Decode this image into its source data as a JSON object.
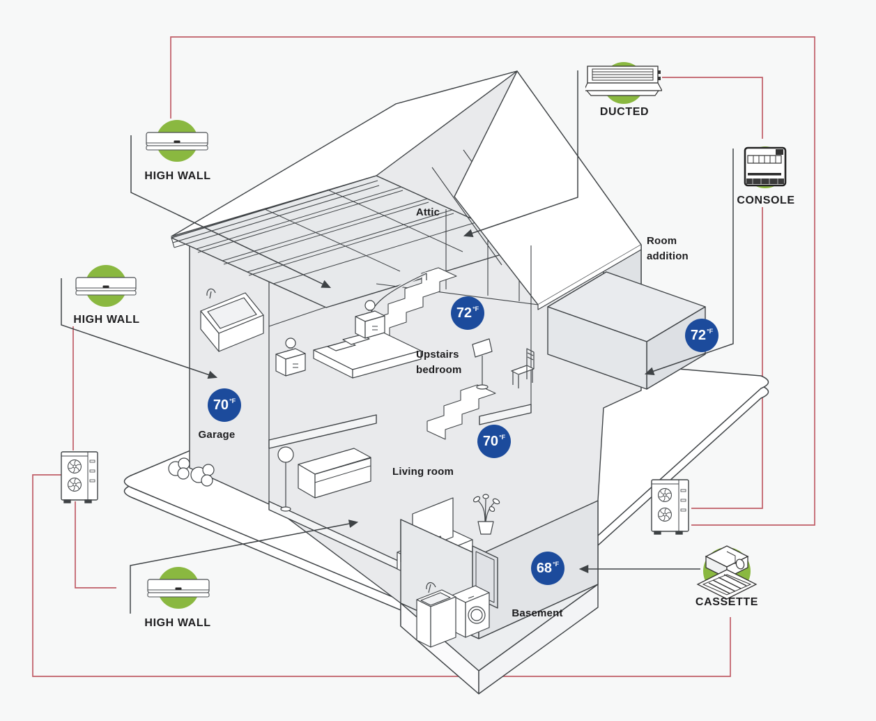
{
  "diagram": {
    "title_hidden": "",
    "colors": {
      "background": "#f7f8f8",
      "accent_green": "#8ab840",
      "badge_blue": "#1c4b9c",
      "refrigerant_red": "#c05c66",
      "ink": "#3e4245",
      "text": "#1d1d1f"
    }
  },
  "units": [
    {
      "id": "high-wall-top",
      "label": "HIGH WALL"
    },
    {
      "id": "high-wall-middle",
      "label": "HIGH WALL"
    },
    {
      "id": "high-wall-bottom",
      "label": "HIGH WALL"
    },
    {
      "id": "ducted",
      "label": "DUCTED"
    },
    {
      "id": "console",
      "label": "CONSOLE"
    },
    {
      "id": "cassette",
      "label": "CASSETTE"
    }
  ],
  "outdoor_units": [
    {
      "id": "outdoor-unit-left"
    },
    {
      "id": "outdoor-unit-right"
    }
  ],
  "rooms": [
    {
      "id": "attic",
      "label": "Attic"
    },
    {
      "id": "upstairs-bedroom",
      "label": "Upstairs bedroom"
    },
    {
      "id": "garage",
      "label": "Garage"
    },
    {
      "id": "living-room",
      "label": "Living room"
    },
    {
      "id": "basement",
      "label": "Basement"
    },
    {
      "id": "room-addition",
      "label": "Room addition"
    }
  ],
  "temperatures": [
    {
      "room": "upstairs-bedroom",
      "value": "72",
      "unit": "°F"
    },
    {
      "room": "room-addition",
      "value": "72",
      "unit": "°F"
    },
    {
      "room": "garage",
      "value": "70",
      "unit": "°F"
    },
    {
      "room": "living-room",
      "value": "70",
      "unit": "°F"
    },
    {
      "room": "basement",
      "value": "68",
      "unit": "°F"
    }
  ]
}
